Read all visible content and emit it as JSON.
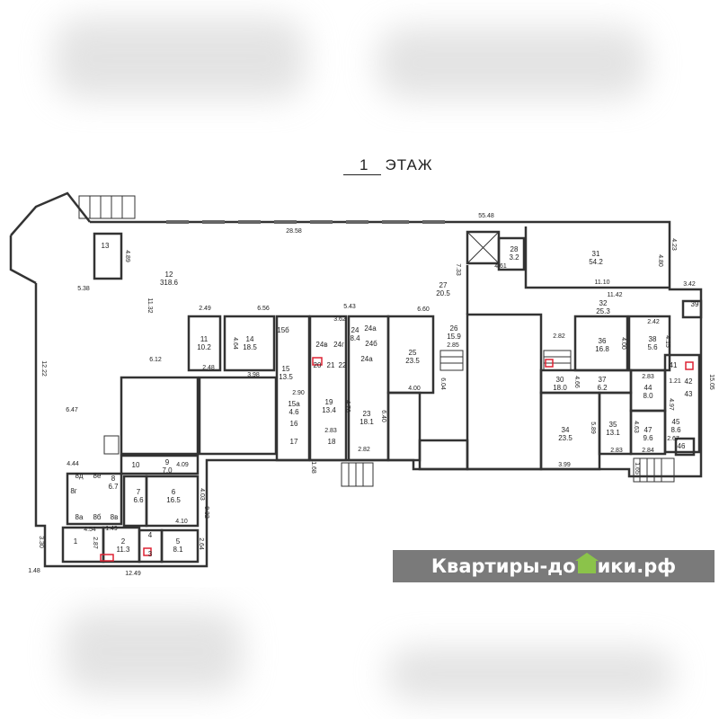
{
  "title": {
    "floor_number": "1",
    "floor_label": "ЭТАЖ"
  },
  "watermark": {
    "left": "Квартиры-до",
    "right": "ики.рф"
  },
  "rooms": [
    {
      "no": "13",
      "area": ""
    },
    {
      "no": "12",
      "area": "318.6"
    },
    {
      "no": "11",
      "area": "10.2"
    },
    {
      "no": "14",
      "area": "18.5"
    },
    {
      "no": "15б",
      "area": ""
    },
    {
      "no": "15",
      "area": "13.5"
    },
    {
      "no": "15а",
      "area": "4.6"
    },
    {
      "no": "16",
      "area": ""
    },
    {
      "no": "17",
      "area": ""
    },
    {
      "no": "18",
      "area": ""
    },
    {
      "no": "19",
      "area": "13.4"
    },
    {
      "no": "20",
      "area": ""
    },
    {
      "no": "21",
      "area": ""
    },
    {
      "no": "22",
      "area": ""
    },
    {
      "no": "23",
      "area": "18.1"
    },
    {
      "no": "24в",
      "area": ""
    },
    {
      "no": "24г",
      "area": ""
    },
    {
      "no": "24",
      "area": "8.4"
    },
    {
      "no": "24а",
      "area": ""
    },
    {
      "no": "24б",
      "area": ""
    },
    {
      "no": "24а",
      "area": ""
    },
    {
      "no": "25",
      "area": "23.5"
    },
    {
      "no": "26",
      "area": "15.9"
    },
    {
      "no": "27",
      "area": "20.5"
    },
    {
      "no": "28",
      "area": "3.2"
    },
    {
      "no": "31",
      "area": "54.2"
    },
    {
      "no": "32",
      "area": "25.3"
    },
    {
      "no": "36",
      "area": "16.8"
    },
    {
      "no": "38",
      "area": "5.6"
    },
    {
      "no": "39",
      "area": ""
    },
    {
      "no": "30",
      "area": "18.0"
    },
    {
      "no": "37",
      "area": "6.2"
    },
    {
      "no": "34",
      "area": "23.5"
    },
    {
      "no": "35",
      "area": "13.1"
    },
    {
      "no": "44",
      "area": "8.0"
    },
    {
      "no": "47",
      "area": "9.6"
    },
    {
      "no": "41",
      "area": ""
    },
    {
      "no": "42",
      "area": ""
    },
    {
      "no": "43",
      "area": ""
    },
    {
      "no": "45",
      "area": "8.6"
    },
    {
      "no": "46",
      "area": ""
    },
    {
      "no": "10",
      "area": ""
    },
    {
      "no": "9",
      "area": "7.0"
    },
    {
      "no": "8",
      "area": "6.7"
    },
    {
      "no": "8д",
      "area": ""
    },
    {
      "no": "8е",
      "area": ""
    },
    {
      "no": "8г",
      "area": ""
    },
    {
      "no": "8а",
      "area": ""
    },
    {
      "no": "8б",
      "area": ""
    },
    {
      "no": "8в",
      "area": ""
    },
    {
      "no": "7",
      "area": "6.6"
    },
    {
      "no": "6",
      "area": "16.5"
    },
    {
      "no": "1",
      "area": ""
    },
    {
      "no": "2",
      "area": "11.3"
    },
    {
      "no": "4",
      "area": ""
    },
    {
      "no": "3",
      "area": ""
    },
    {
      "no": "5",
      "area": "8.1"
    }
  ],
  "dimensions": [
    "28.58",
    "55.48",
    "4.89",
    "5.38",
    "11.32",
    "12.22",
    "6.47",
    "6.12",
    "2.49",
    "2.48",
    "6.56",
    "3.98",
    "5.43",
    "3.62",
    "4.64",
    "6.60",
    "7.33",
    "4.61",
    "11.10",
    "11.42",
    "3.42",
    "4.23",
    "4.80",
    "2.85",
    "2.82",
    "2.42",
    "2.90",
    "4.76",
    "2.83",
    "6.40",
    "6.04",
    "4.00",
    "2.82",
    "1.68",
    "4.44",
    "4.09",
    "4.03",
    "8.32",
    "1.49",
    "4.10",
    "4.54",
    "2.87",
    "3.30",
    "1.48",
    "12.49",
    "2.64",
    "5.89",
    "3.99",
    "2.83",
    "2.84",
    "2.83",
    "1.65",
    "15.05",
    "1.21",
    "2.67",
    "4.63",
    "4.00",
    "4.15",
    "4.66",
    "4.97"
  ]
}
